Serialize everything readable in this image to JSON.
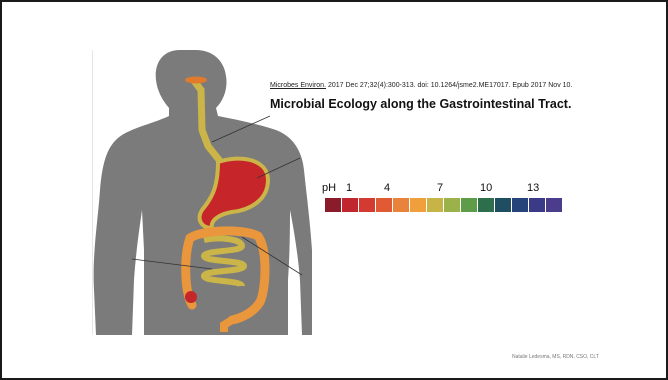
{
  "slide": {
    "citation": {
      "journal": "Microbes Environ.",
      "rest": " 2017 Dec 27;32(4):300-313. doi: 10.1264/jsme2.ME17017. Epub 2017 Nov 10."
    },
    "title": "Microbial Ecology along the Gastrointestinal Tract.",
    "ph": {
      "label": "pH",
      "numbers": [
        "1",
        "4",
        "7",
        "10",
        "13"
      ],
      "colors": [
        "#8a1b2b",
        "#c0262d",
        "#d43b30",
        "#e05a34",
        "#e9823a",
        "#efa03c",
        "#c7b446",
        "#9bb24a",
        "#5e9c4a",
        "#2d6e4d",
        "#1f4e63",
        "#25457a",
        "#3b3a86",
        "#4c3c8c"
      ]
    },
    "credit": "Natalie Ledesma, MS, RDN, CSO, CLT"
  }
}
